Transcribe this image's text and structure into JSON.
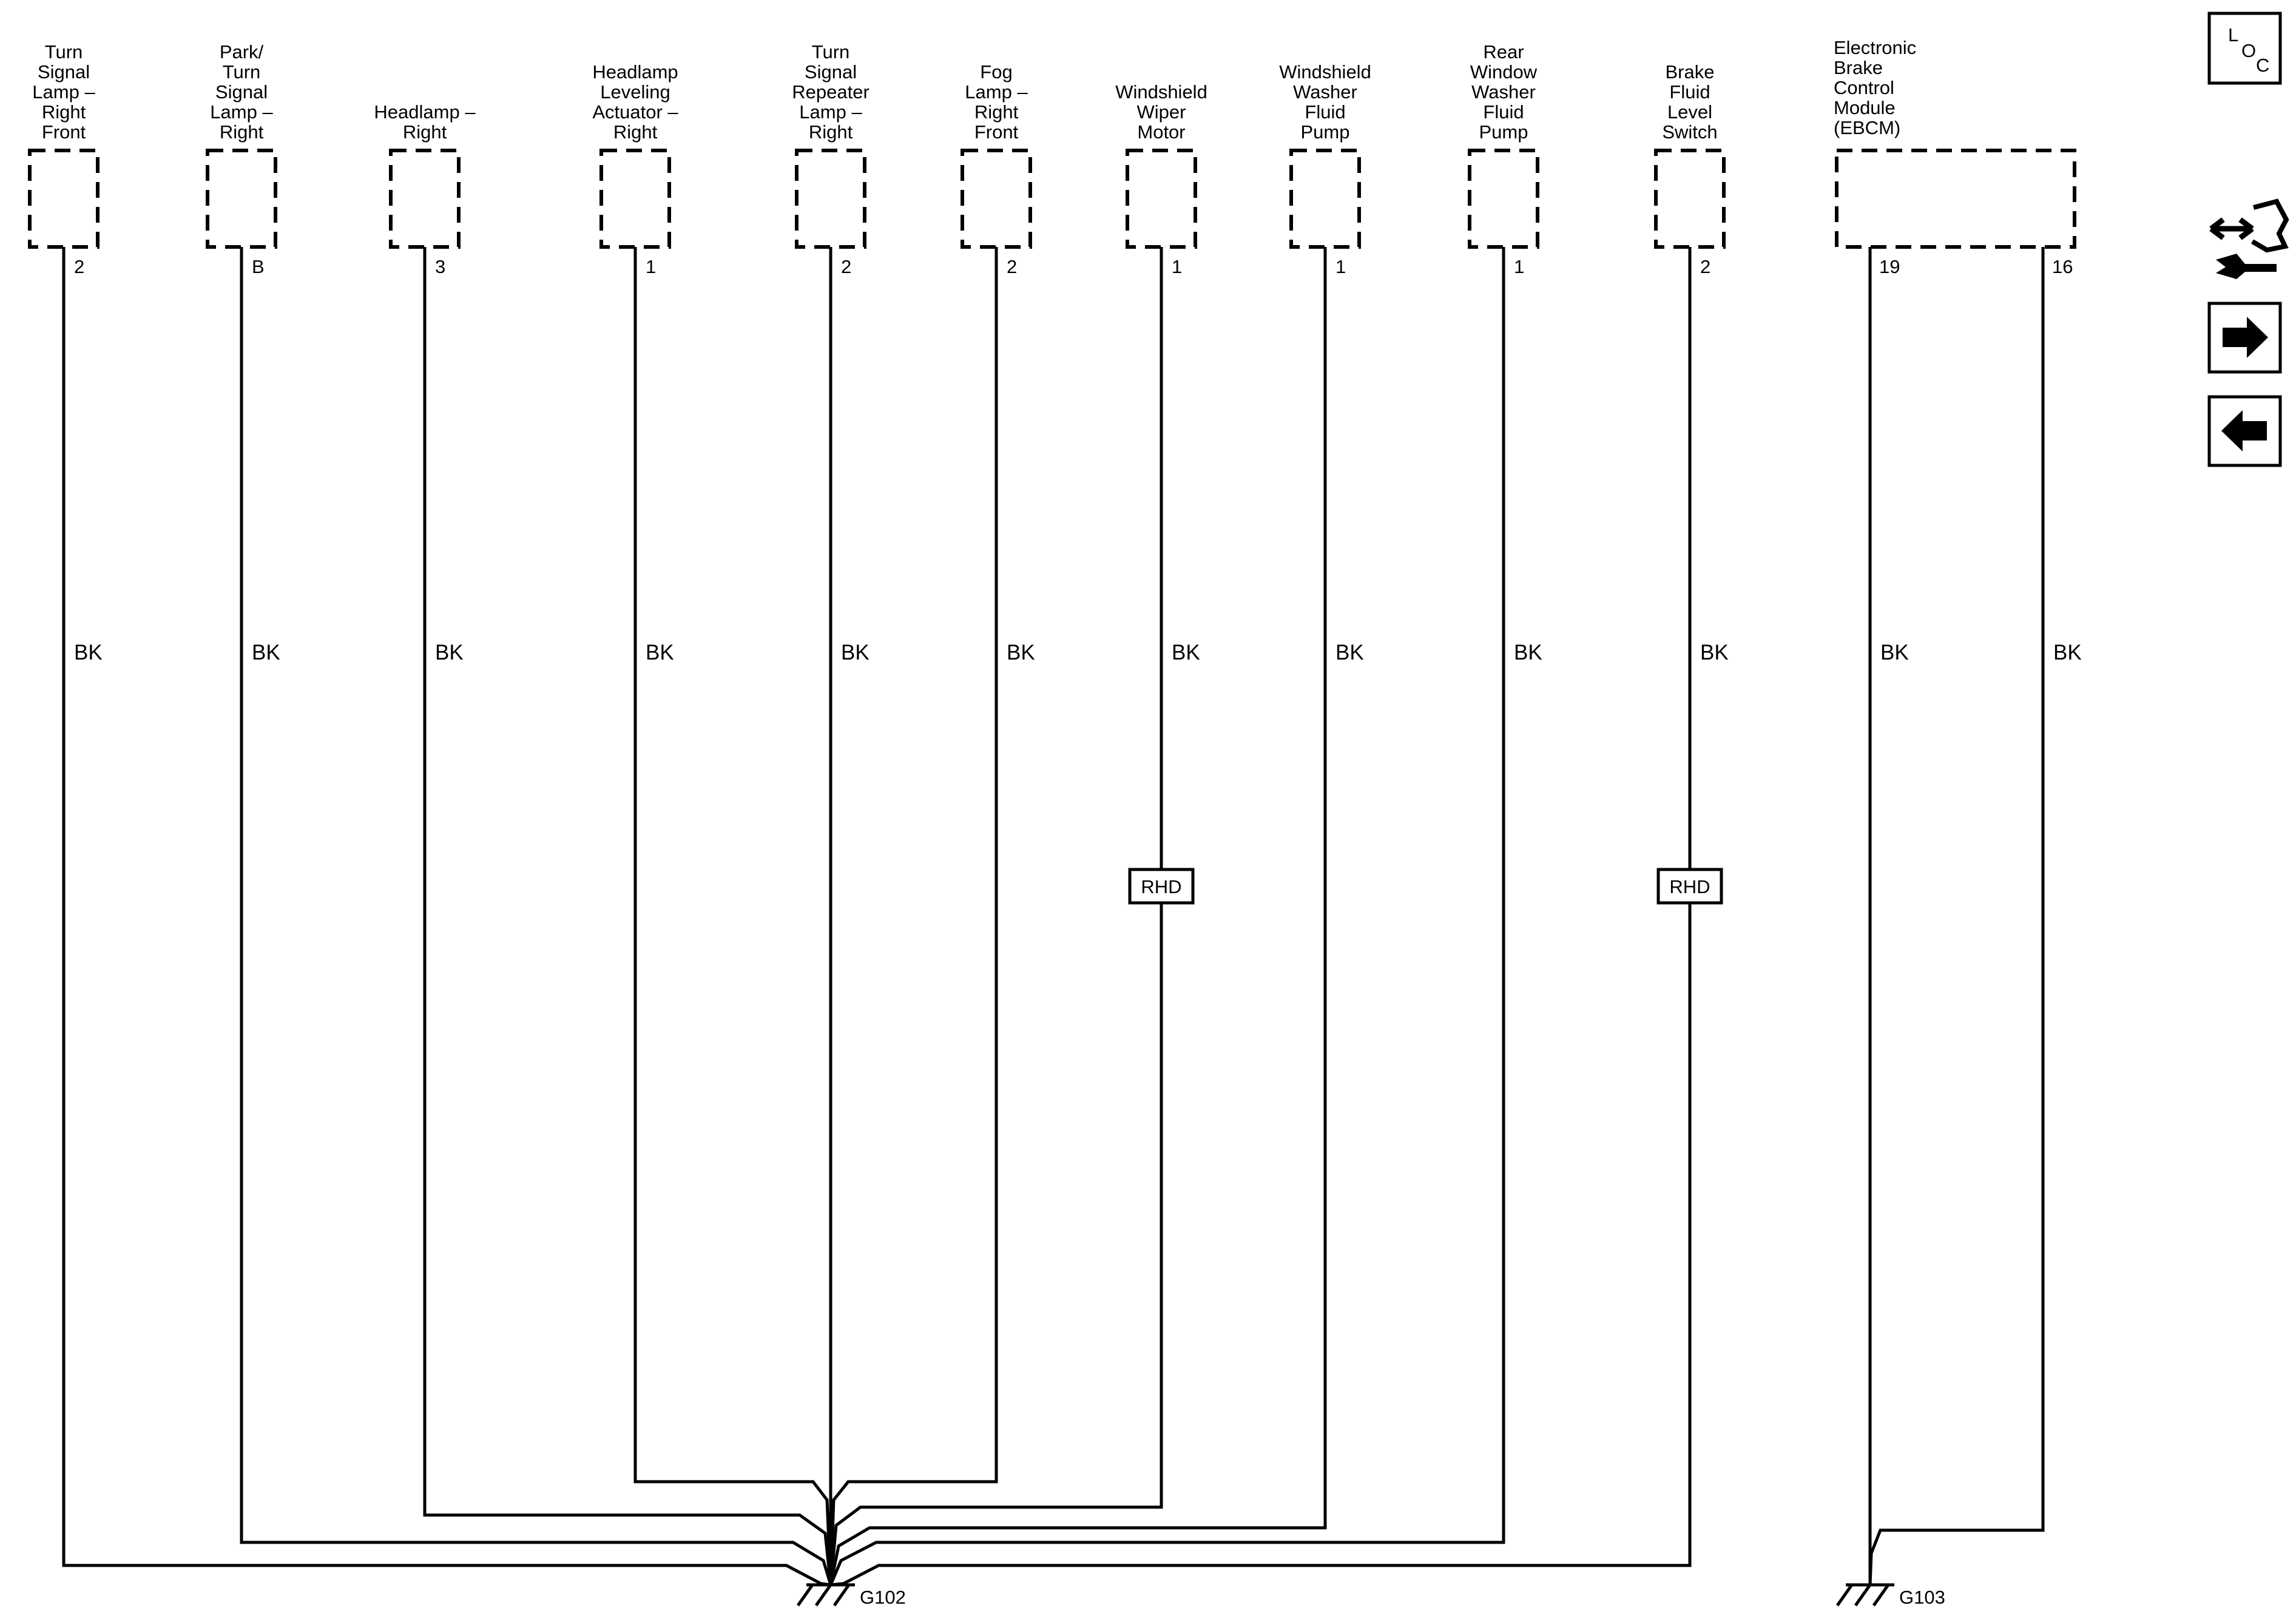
{
  "components": [
    {
      "id": "turn-signal-lamp-right-front",
      "label_lines": [
        "Turn",
        "Signal",
        "Lamp –",
        "Right",
        "Front"
      ],
      "pin": "2",
      "wire_color": "BK",
      "ground": "G102"
    },
    {
      "id": "park-turn-signal-lamp-right",
      "label_lines": [
        "Park/",
        "Turn",
        "Signal",
        "Lamp –",
        "Right"
      ],
      "pin": "B",
      "wire_color": "BK",
      "ground": "G102"
    },
    {
      "id": "headlamp-right",
      "label_lines": [
        "Headlamp –",
        "Right"
      ],
      "pin": "3",
      "wire_color": "BK",
      "ground": "G102"
    },
    {
      "id": "headlamp-leveling-actuator-right",
      "label_lines": [
        "Headlamp",
        "Leveling",
        "Actuator –",
        "Right"
      ],
      "pin": "1",
      "wire_color": "BK",
      "ground": "G102"
    },
    {
      "id": "turn-signal-repeater-lamp-right",
      "label_lines": [
        "Turn",
        "Signal",
        "Repeater",
        "Lamp –",
        "Right"
      ],
      "pin": "2",
      "wire_color": "BK",
      "ground": "G102"
    },
    {
      "id": "fog-lamp-right-front",
      "label_lines": [
        "Fog",
        "Lamp –",
        "Right",
        "Front"
      ],
      "pin": "2",
      "wire_color": "BK",
      "ground": "G102"
    },
    {
      "id": "windshield-wiper-motor",
      "label_lines": [
        "Windshield",
        "Wiper",
        "Motor"
      ],
      "pin": "1",
      "wire_color": "BK",
      "tag": "RHD",
      "ground": "G102"
    },
    {
      "id": "windshield-washer-fluid-pump",
      "label_lines": [
        "Windshield",
        "Washer",
        "Fluid",
        "Pump"
      ],
      "pin": "1",
      "wire_color": "BK",
      "ground": "G102"
    },
    {
      "id": "rear-window-washer-fluid-pump",
      "label_lines": [
        "Rear",
        "Window",
        "Washer",
        "Fluid",
        "Pump"
      ],
      "pin": "1",
      "wire_color": "BK",
      "ground": "G102"
    },
    {
      "id": "brake-fluid-level-switch",
      "label_lines": [
        "Brake",
        "Fluid",
        "Level",
        "Switch"
      ],
      "pin": "2",
      "wire_color": "BK",
      "tag": "RHD",
      "ground": "G102"
    }
  ],
  "ebcm": {
    "label_lines": [
      "Electronic",
      "Brake",
      "Control",
      "Module",
      "(EBCM)"
    ],
    "pins": [
      {
        "pin": "19",
        "wire_color": "BK"
      },
      {
        "pin": "16",
        "wire_color": "BK"
      }
    ],
    "ground": "G103"
  },
  "grounds": [
    "G102",
    "G103"
  ],
  "side_buttons": [
    {
      "id": "loc",
      "chars": [
        "L",
        "O",
        "C"
      ],
      "icon": "location-text-icon"
    },
    {
      "id": "connector-service",
      "icon": "connector-wrench-icon"
    },
    {
      "id": "next",
      "icon": "arrow-right-icon"
    },
    {
      "id": "previous",
      "icon": "arrow-left-icon"
    }
  ]
}
